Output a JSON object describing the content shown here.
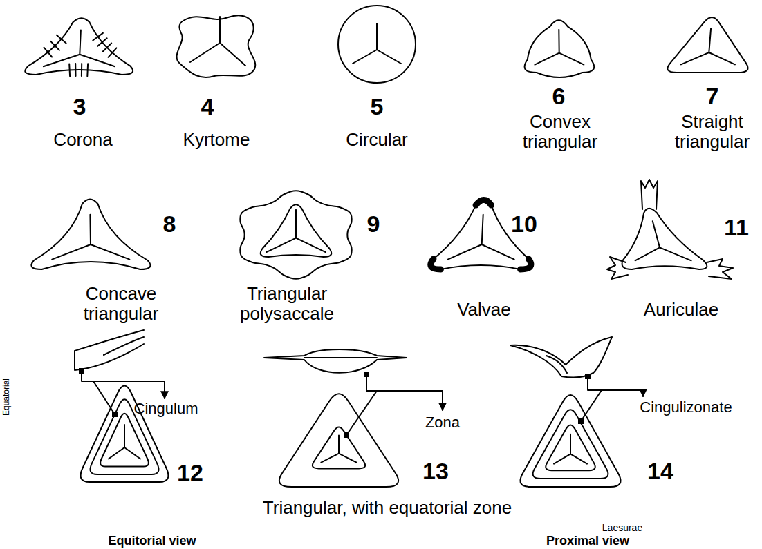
{
  "diagram": {
    "labels": [
      "3",
      "Corona",
      "4",
      "Kyrtome",
      "5",
      "Circular",
      "6",
      "Convex triangular",
      "7",
      "Straight triangular",
      "8",
      "Concave triangular",
      "9",
      "Triangular polysaccale",
      "10",
      "Valvae",
      "11",
      "Auriculae",
      "Equatorial",
      "Cingulum",
      "12",
      "Zona",
      "13",
      "Cingulizonate",
      "14",
      "Triangular, with equatorial zone",
      "Laesurae",
      "Equitorial view",
      "Proximal view"
    ]
  }
}
